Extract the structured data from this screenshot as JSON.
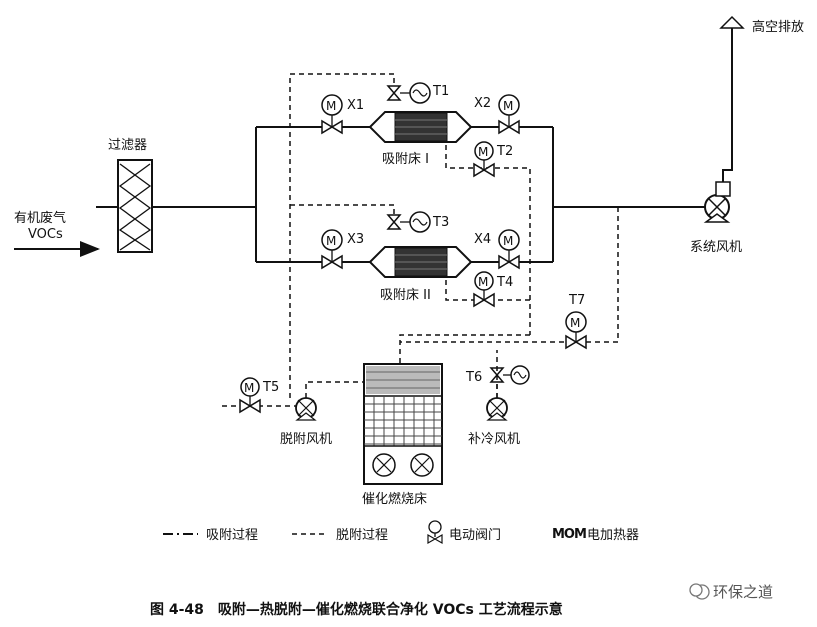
{
  "labels": {
    "filter": "过滤器",
    "inlet_line1": "有机废气",
    "inlet_line2": "VOCs",
    "exhaust": "高空排放",
    "system_fan": "系统风机",
    "bed1": "吸附床 I",
    "bed2": "吸附床 II",
    "desorb_fan": "脱附风机",
    "cooling_fan": "补冷风机",
    "catalytic_bed": "催化燃烧床",
    "x1": "X1",
    "x2": "X2",
    "x3": "X3",
    "x4": "X4",
    "t1": "T1",
    "t2": "T2",
    "t3": "T3",
    "t4": "T4",
    "t5": "T5",
    "t6": "T6",
    "t7": "T7",
    "motor_symbol": "M"
  },
  "legend": {
    "adsorption": "吸附过程",
    "desorption": "脱附过程",
    "valve": "电动阀门",
    "heater_symbol": "MOM",
    "heater": "电加热器"
  },
  "caption": "图 4-48　吸附—热脱附—催化燃烧联合净化 VOCs 工艺流程示意",
  "watermark": "环保之道"
}
